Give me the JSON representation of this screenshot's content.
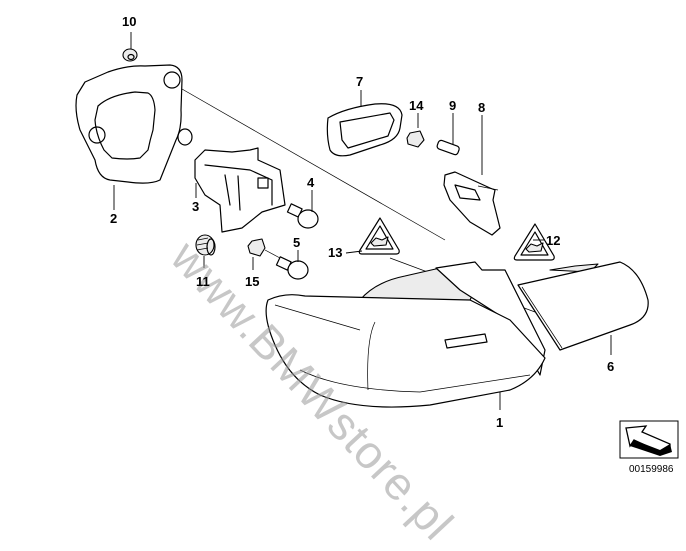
{
  "diagram": {
    "type": "exploded-parts-diagram",
    "subject": "Rear tail light assembly",
    "watermark": "www.BMWstore.pl",
    "reference_number": "00159986",
    "parts": [
      {
        "number": "1",
        "name": "tail-light-outer-housing"
      },
      {
        "number": "2",
        "name": "gasket"
      },
      {
        "number": "3",
        "name": "bulb-holder-carrier"
      },
      {
        "number": "4",
        "name": "bulb"
      },
      {
        "number": "5",
        "name": "bulb"
      },
      {
        "number": "6",
        "name": "tail-light-inner-lens"
      },
      {
        "number": "7",
        "name": "seal-frame"
      },
      {
        "number": "8",
        "name": "bulb-holder-clip"
      },
      {
        "number": "9",
        "name": "wedge-bulb"
      },
      {
        "number": "10",
        "name": "grommet-nut"
      },
      {
        "number": "11",
        "name": "plug-socket"
      },
      {
        "number": "12",
        "name": "warning-label"
      },
      {
        "number": "13",
        "name": "warning-label"
      },
      {
        "number": "14",
        "name": "bulb-socket"
      },
      {
        "number": "15",
        "name": "bulb-socket"
      }
    ]
  }
}
